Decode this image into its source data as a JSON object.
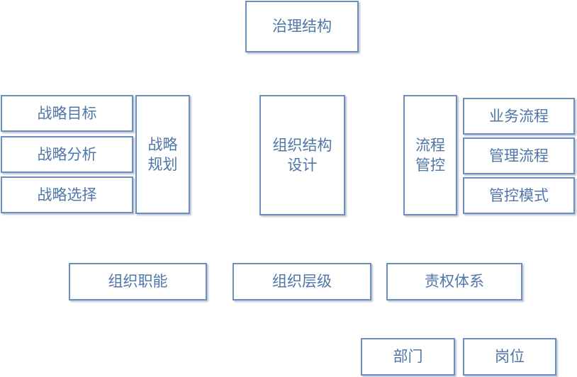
{
  "nodes": {
    "governance_structure": "治理结构",
    "strategic_goals": "战略目标",
    "strategic_analysis": "战略分析",
    "strategic_choice": "战略选择",
    "strategic_planning_line1": "战略",
    "strategic_planning_line2": "规划",
    "org_design_line1": "组织结构",
    "org_design_line2": "设计",
    "process_control_line1": "流程",
    "process_control_line2": "管控",
    "business_process": "业务流程",
    "management_process": "管理流程",
    "control_mode": "管控模式",
    "org_functions": "组织职能",
    "org_levels": "组织层级",
    "authority_system": "责权体系",
    "department": "部门",
    "position": "岗位"
  }
}
